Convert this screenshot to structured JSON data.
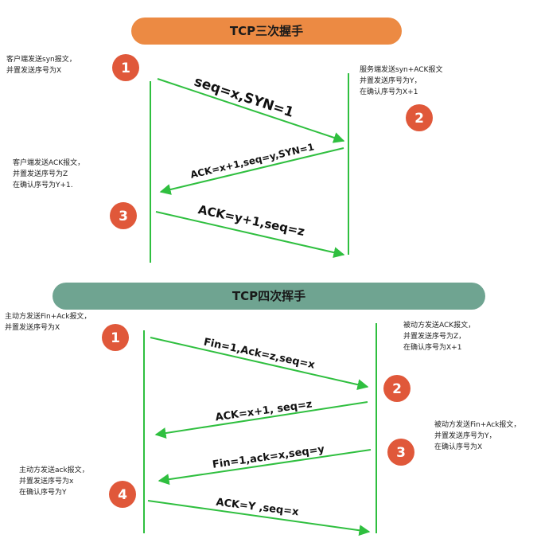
{
  "colors": {
    "handshake_banner": "#ec8a43",
    "wave_banner": "#6fa491",
    "line_green": "#2fbf3f",
    "step_circle": "#e0583a"
  },
  "handshake": {
    "title": "TCP三次握手",
    "client_note_1": [
      "客户端发送syn报文，",
      "并置发送序号为X"
    ],
    "server_note_2": [
      "服务端发送syn+ACK报文",
      "并置发送序号为Y，",
      "在确认序号为X+1"
    ],
    "client_note_3": [
      "客户端发送ACK报文，",
      "并置发送序号为Z",
      "在确认序号为Y+1."
    ],
    "msg_1": "seq=x,SYN=1",
    "msg_2": "ACK=x+1,seq=y,SYN=1",
    "msg_3": "ACK=y+1,seq=z",
    "steps": [
      "1",
      "2",
      "3"
    ]
  },
  "wave": {
    "title": "TCP四次挥手",
    "active_note_1": [
      "主动方发送Fin+Ack报文，",
      "并置发送序号为X"
    ],
    "passive_note_2": [
      "被动方发送ACK报文，",
      "并置发送序号为Z，",
      "在确认序号为X+1"
    ],
    "passive_note_3": [
      "被动方发送Fin+Ack报文，",
      "并置发送序号为Y，",
      "在确认序号为X"
    ],
    "active_note_4": [
      "主动方发送ack报文，",
      "并置发送序号为x",
      "在确认序号为Y"
    ],
    "msg_1": "Fin=1,Ack=z,seq=x",
    "msg_2": "ACK=x+1, seq=z",
    "msg_3": "Fin=1,ack=x,seq=y",
    "msg_4": "ACK=Y ,seq=x",
    "steps": [
      "1",
      "2",
      "3",
      "4"
    ]
  }
}
